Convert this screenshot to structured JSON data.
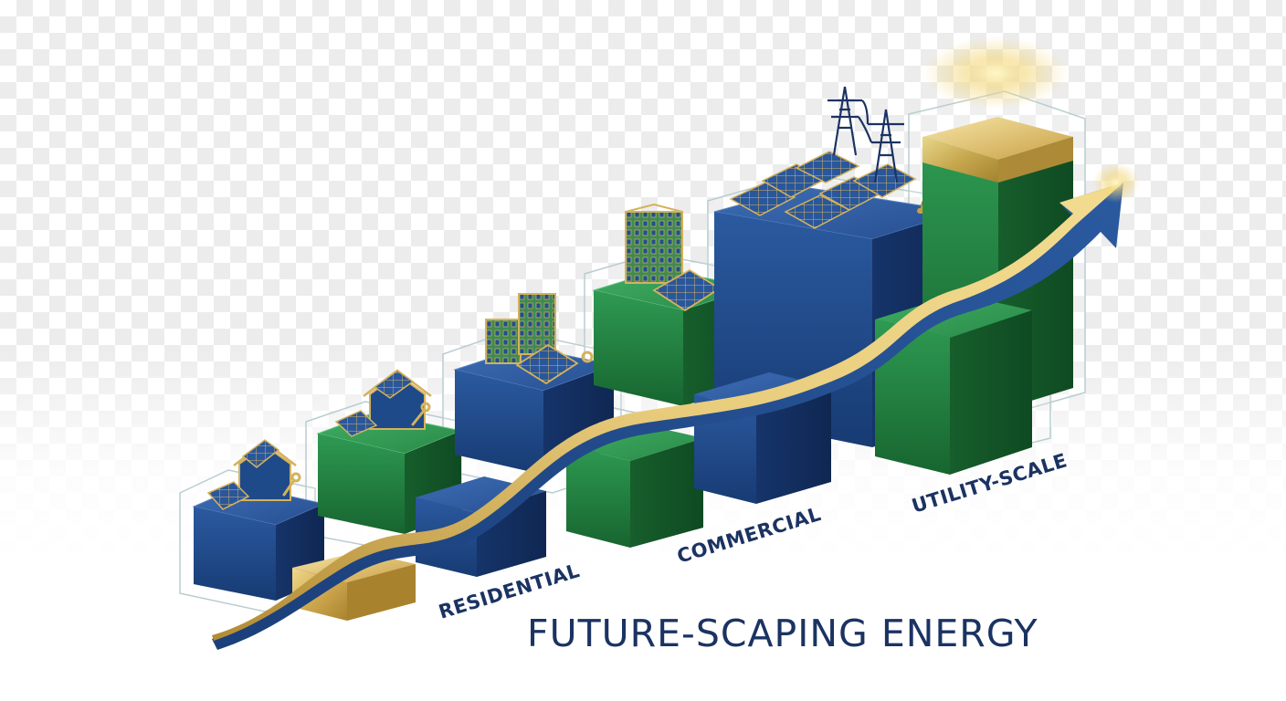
{
  "title": "FUTURE-SCAPING ENERGY",
  "stages": [
    {
      "label": "RESIDENTIAL"
    },
    {
      "label": "COMMERCIAL"
    },
    {
      "label": "UTILITY-SCALE"
    }
  ],
  "colors": {
    "navy": "#1f4a8a",
    "green": "#1f7a3c",
    "gold": "#d4b25c",
    "text": "#1b3362"
  },
  "icons": [
    "house-solar-icon",
    "building-icon",
    "solar-panel-icon",
    "gear-icon",
    "transmission-tower-icon",
    "hard-hat-icon",
    "wrench-icon",
    "growth-arrow-icon"
  ]
}
